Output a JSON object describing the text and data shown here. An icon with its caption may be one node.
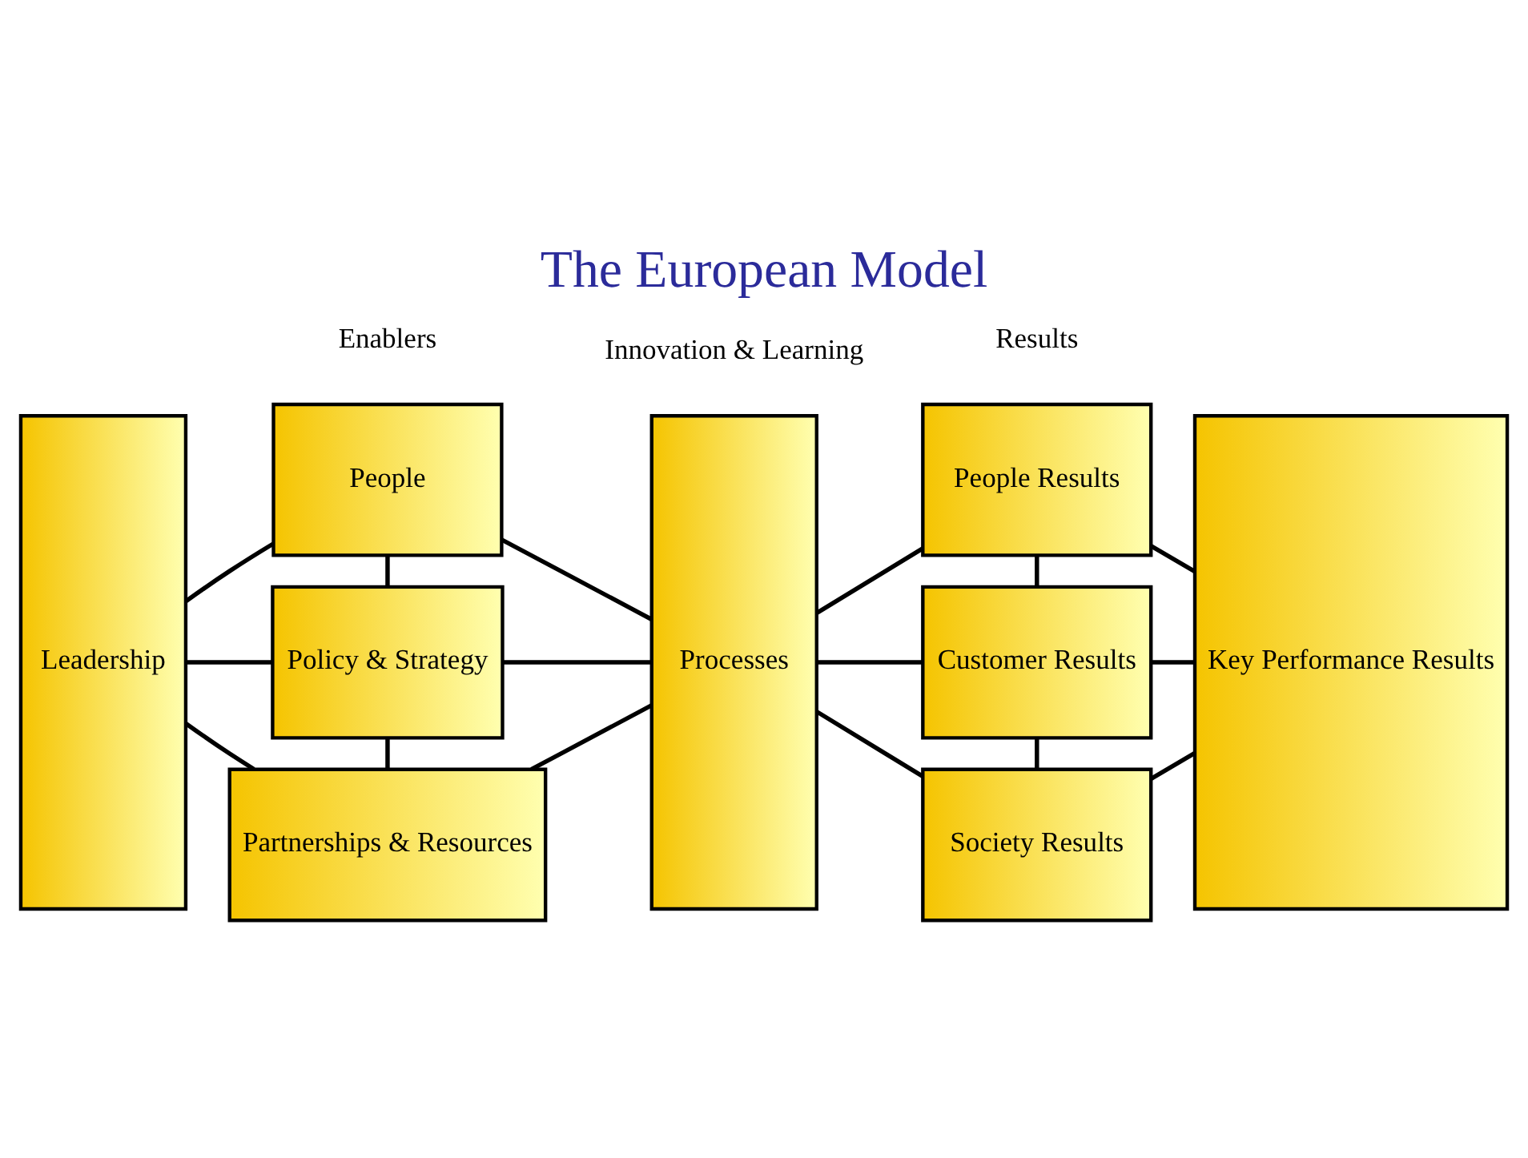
{
  "diagram": {
    "title": "The European Model",
    "nodes": [
      {
        "text": [
          "Leadership"
        ]
      },
      {
        "text": [
          "People"
        ]
      },
      {
        "text": [
          "Policy & Strategy"
        ]
      },
      {
        "text": [
          "Partnerships & Resources"
        ]
      },
      {
        "text": [
          "Processes"
        ]
      },
      {
        "text": [
          "People Results"
        ]
      },
      {
        "text": [
          "Customer Results"
        ]
      },
      {
        "text": [
          "Society Results"
        ]
      },
      {
        "text": [
          "Key Performance Results"
        ]
      }
    ],
    "edges": [
      {
        "from": 0,
        "to": 1,
        "arrow": "none"
      },
      {
        "from": 0,
        "to": 2,
        "arrow": "none"
      },
      {
        "from": 0,
        "to": 3,
        "arrow": "none"
      },
      {
        "from": 1,
        "to": 2,
        "arrow": "none"
      },
      {
        "from": 2,
        "to": 3,
        "arrow": "none"
      },
      {
        "from": 1,
        "to": 4,
        "arrow": "none"
      },
      {
        "from": 2,
        "to": 4,
        "arrow": "none"
      },
      {
        "from": 3,
        "to": 4,
        "arrow": "none"
      },
      {
        "from": 4,
        "to": 5,
        "arrow": "none"
      },
      {
        "from": 4,
        "to": 6,
        "arrow": "none"
      },
      {
        "from": 4,
        "to": 7,
        "arrow": "none"
      },
      {
        "from": 5,
        "to": 6,
        "arrow": "none"
      },
      {
        "from": 6,
        "to": 7,
        "arrow": "none"
      },
      {
        "from": 5,
        "to": 8,
        "arrow": "none"
      },
      {
        "from": 6,
        "to": 8,
        "arrow": "none"
      },
      {
        "from": 7,
        "to": 8,
        "arrow": "none"
      }
    ],
    "labels": [
      "Enablers",
      "Results",
      "Innovation & Learning"
    ]
  }
}
